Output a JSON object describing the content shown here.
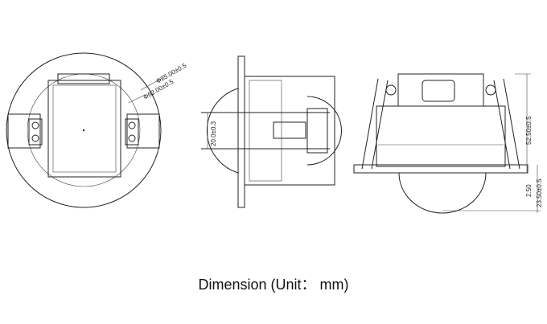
{
  "caption": "Dimension (Unit： mm)",
  "dimensions": {
    "outer_diameter": "Φ85.00±0.5",
    "cutout_diameter": "Φ62.00±0.5",
    "dome_height": "20.0±0.3",
    "body_height": "52.50±0.5",
    "flange_thickness": "2.50",
    "dome_projection": "23.50±0.5"
  }
}
